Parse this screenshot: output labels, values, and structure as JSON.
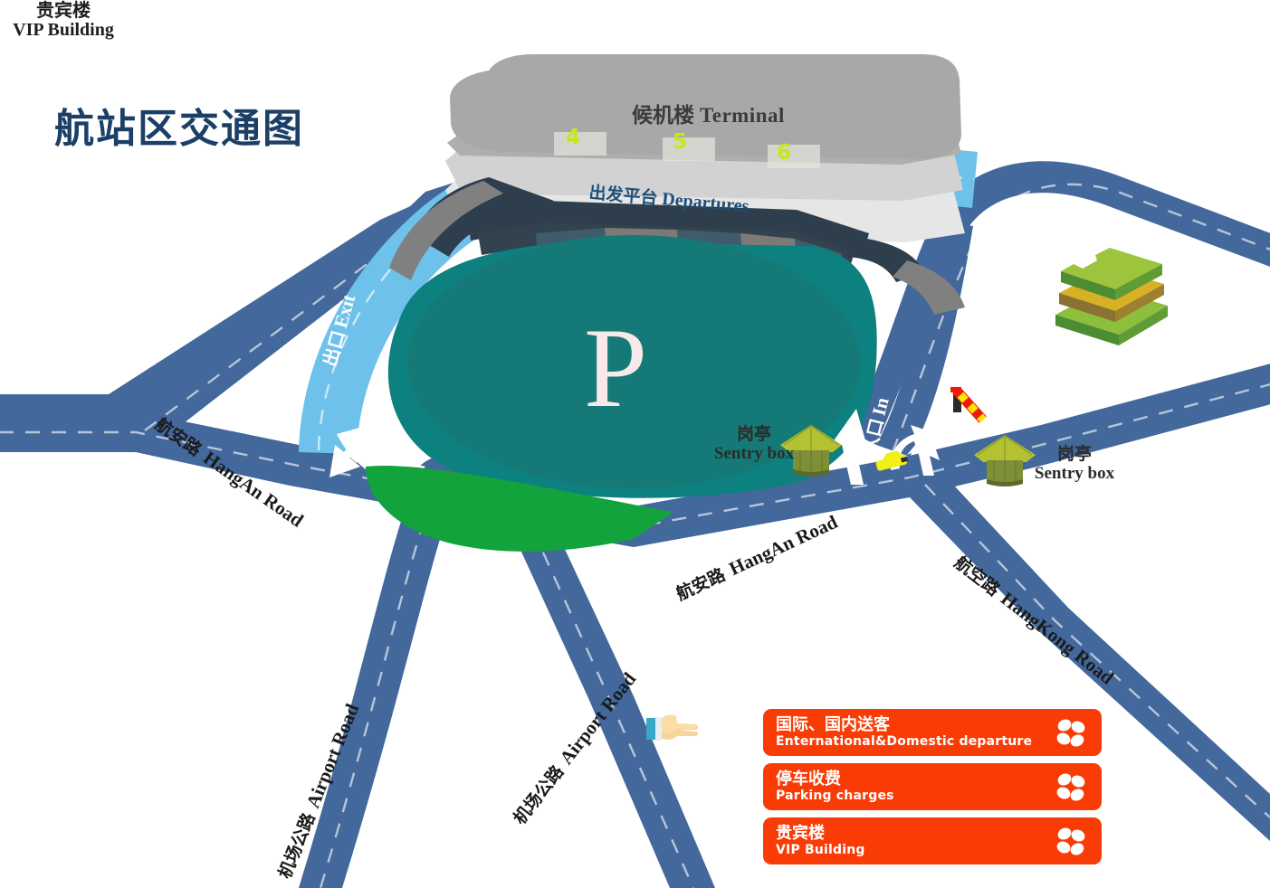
{
  "title": "航站区交通图",
  "terminal": {
    "name_cn": "候机楼",
    "name_en": "Terminal",
    "gates": [
      "4",
      "5",
      "6"
    ],
    "gate_color": "#c8e61a"
  },
  "departures": {
    "label_cn": "出发平台",
    "label_en": "Departures",
    "road_color": "#6ec1ea"
  },
  "parking": {
    "symbol": "P",
    "fill_color": "#0d8080",
    "inner_color": "#157a77",
    "lawn_color": "#12a33c"
  },
  "gates_flow": {
    "exit_cn": "出口",
    "exit_en": "Exit",
    "in_cn": "入口",
    "in_en": "In"
  },
  "sentry_boxes": [
    {
      "cn": "岗亭",
      "en": "Sentry box"
    },
    {
      "cn": "岗亭",
      "en": "Sentry box"
    }
  ],
  "vip_building": {
    "cn": "贵宾楼",
    "en": "VIP Building"
  },
  "roads": [
    {
      "cn": "航安路",
      "en": "HangAn Road"
    },
    {
      "cn": "航安路",
      "en": "HangAn Road"
    },
    {
      "cn": "航空路",
      "en": "HangKong Road"
    },
    {
      "cn": "机场公路",
      "en": "Airport Road"
    },
    {
      "cn": "机场公路",
      "en": "Airport Road"
    }
  ],
  "road_color": "#42689c",
  "legend": {
    "accent_color": "#f93c06",
    "items": [
      {
        "cn": "国际、国内送客",
        "en": "Enternational&Domestic departure",
        "icon": "flower-icon"
      },
      {
        "cn": "停车收费",
        "en": "Parking charges",
        "icon": "flower-icon"
      },
      {
        "cn": "贵宾楼",
        "en": "VIP Building",
        "icon": "flower-icon"
      }
    ]
  }
}
